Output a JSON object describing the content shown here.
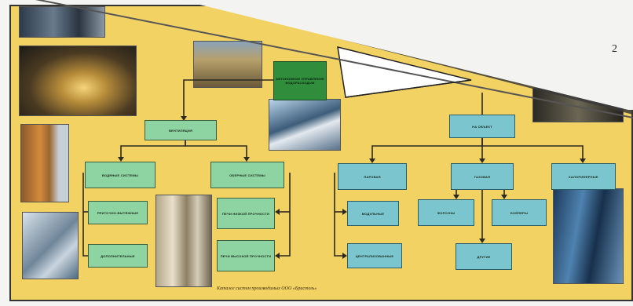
{
  "page_number": "2",
  "caption": "Каталог систем производимых ООО «Бристоль»",
  "boxes": {
    "root": "АВТОНОМНОЕ УПРАВЛЕНИЕ ВОДОРАСХОДОМ",
    "left_main": "ВЕНТИЛЯЦИЯ",
    "left_a": "ВОДЯНЫЕ СИСТЕМЫ",
    "left_b": "ОБЕРНЫЕ СИСТЕМЫ",
    "left_a1": "ПРИТОЧНО-ВЫТЯЖНЫЕ",
    "left_a2": "ДОПОЛНИТЕЛЬНЫЕ",
    "left_b1": "ПЕЧИ НИЗКОЙ ПРОЧНОСТИ",
    "left_b2": "ПЕЧИ ВЫСОКОЙ ПРОЧНОСТИ",
    "right_main": "НА ОБЪЕКТ",
    "right_a": "ПАРОВАЯ",
    "right_b": "ГАЗОВАЯ",
    "right_c": "КАЛОРИФЕРНЫЕ",
    "right_a1": "МОДУЛЬНЫЕ",
    "right_a2": "ЦЕНТРАЛИЗОВАННЫЕ",
    "right_b1": "ФОРСУНЫ",
    "right_b2": "БОЙЛЕРЫ",
    "right_b3": "ДРУГИЕ"
  }
}
